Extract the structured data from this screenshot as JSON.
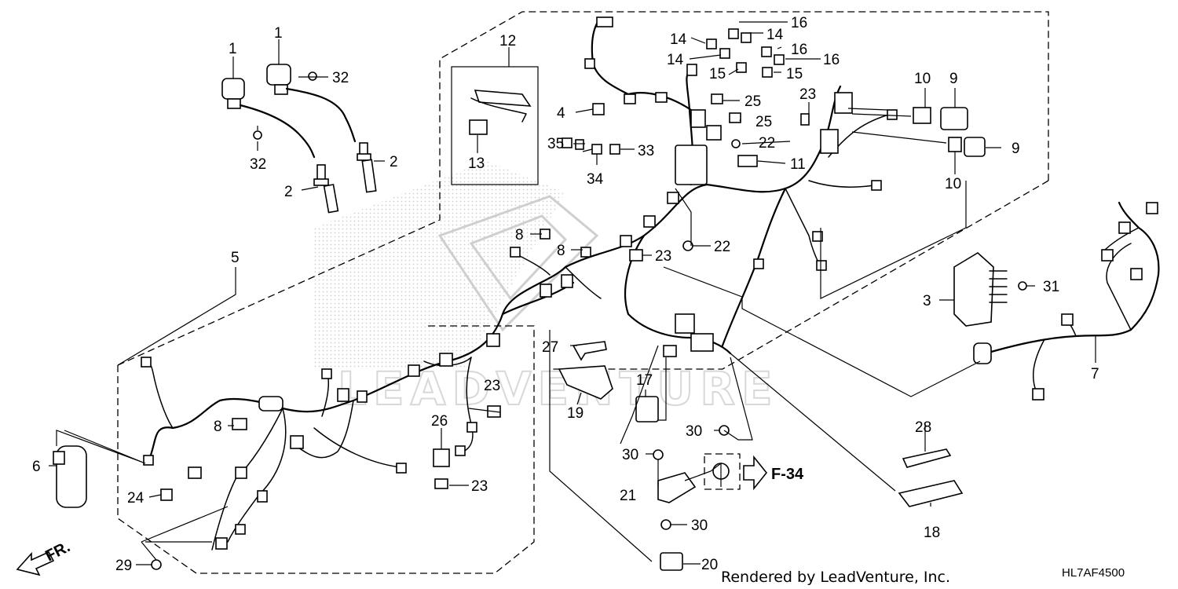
{
  "diagram": {
    "callouts": {
      "c1a": "1",
      "c1b": "1",
      "c2a": "2",
      "c2b": "2",
      "c3": "3",
      "c4": "4",
      "c5": "5",
      "c6": "6",
      "c7": "7",
      "c8a": "8",
      "c8b": "8",
      "c8c": "8",
      "c9a": "9",
      "c9b": "9",
      "c10a": "10",
      "c10b": "10",
      "c11": "11",
      "c12": "12",
      "c13": "13",
      "c14a": "14",
      "c14b": "14",
      "c14c": "14",
      "c15a": "15",
      "c15b": "15",
      "c16a": "16",
      "c16b": "16",
      "c16c": "16",
      "c17": "17",
      "c18": "18",
      "c19": "19",
      "c20": "20",
      "c21": "21",
      "c22a": "22",
      "c22b": "22",
      "c23a": "23",
      "c23b": "23",
      "c23c": "23",
      "c23d": "23",
      "c24": "24",
      "c25a": "25",
      "c25b": "25",
      "c26": "26",
      "c27": "27",
      "c28": "28",
      "c29": "29",
      "c30a": "30",
      "c30b": "30",
      "c30c": "30",
      "c31": "31",
      "c32a": "32",
      "c32b": "32",
      "c33": "33",
      "c34": "34",
      "c35": "35"
    },
    "reference_page": "F-34",
    "direction_label": "FR.",
    "footer_text": "Rendered by LeadVenture, Inc.",
    "diagram_code": "HL7AF4500",
    "watermark_text": "LEADVENTURE"
  }
}
